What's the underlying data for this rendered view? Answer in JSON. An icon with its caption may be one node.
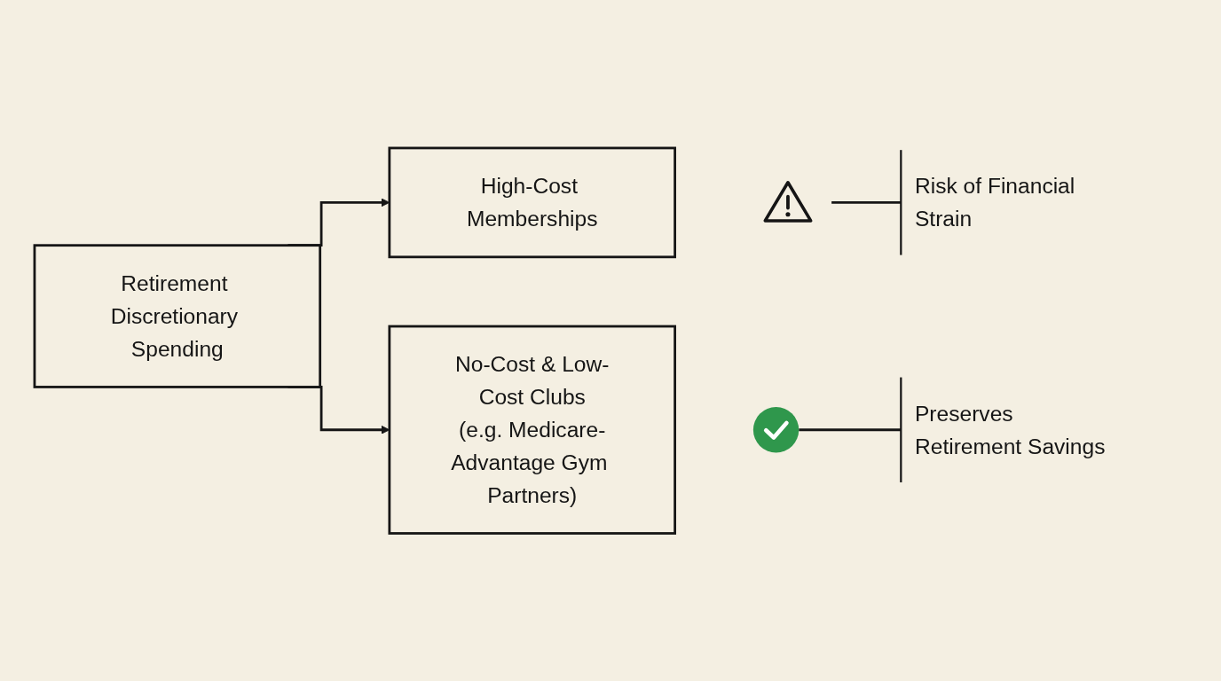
{
  "diagram": {
    "nodes": [
      {
        "text": [
          "Retirement Discretionary Spending"
        ]
      },
      {
        "text": [
          "High-Cost Memberships"
        ]
      },
      {
        "text": [
          "No-Cost & Low-Cost Clubs",
          "(e.g. Medicare-Advantage Gym Partners)"
        ]
      },
      {
        "text": [],
        "shape": "triangle"
      },
      {
        "text": [
          "Risk of Financial Strain"
        ]
      },
      {
        "text": [],
        "shape": "circle"
      },
      {
        "text": [
          "Preserves Retirement Savings"
        ]
      }
    ],
    "edges": [
      {
        "from": 0,
        "to": 1,
        "arrow": "to"
      },
      {
        "from": 0,
        "to": 2,
        "arrow": "to"
      },
      {
        "from": 3,
        "to": 4,
        "arrow": "none"
      },
      {
        "from": 5,
        "to": 6,
        "arrow": "none"
      }
    ]
  }
}
